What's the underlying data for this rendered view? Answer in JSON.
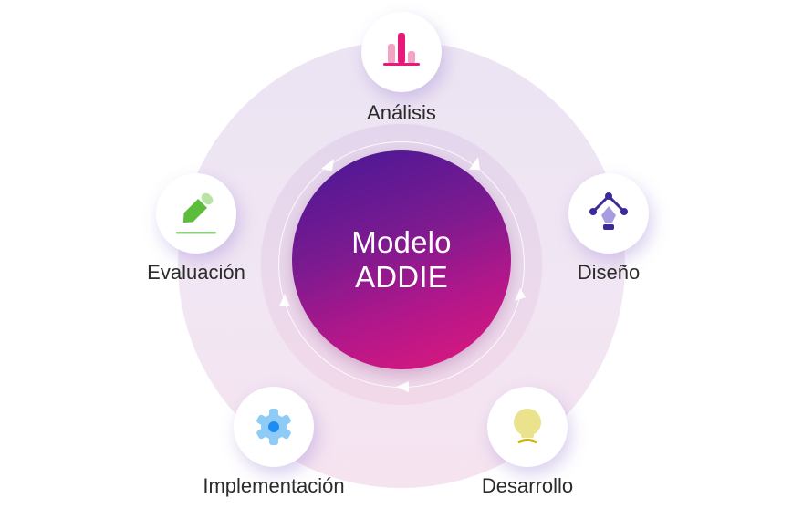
{
  "diagram": {
    "center": {
      "line1": "Modelo",
      "line2": "ADDIE"
    },
    "stages": [
      {
        "label": "Análisis",
        "icon": "bar-chart-icon",
        "color": "#e8197a"
      },
      {
        "label": "Diseño",
        "icon": "vector-pen-icon",
        "color": "#3b2a9a"
      },
      {
        "label": "Desarrollo",
        "icon": "lightbulb-icon",
        "color": "#ebe08a"
      },
      {
        "label": "Implementación",
        "icon": "gear-icon",
        "color": "#2196f3"
      },
      {
        "label": "Evaluación",
        "icon": "pencil-icon",
        "color": "#5bbd3a"
      }
    ],
    "colors": {
      "gradient_start": "#451896",
      "gradient_end": "#e0187a",
      "outer_circle": "#efe5f3"
    }
  }
}
